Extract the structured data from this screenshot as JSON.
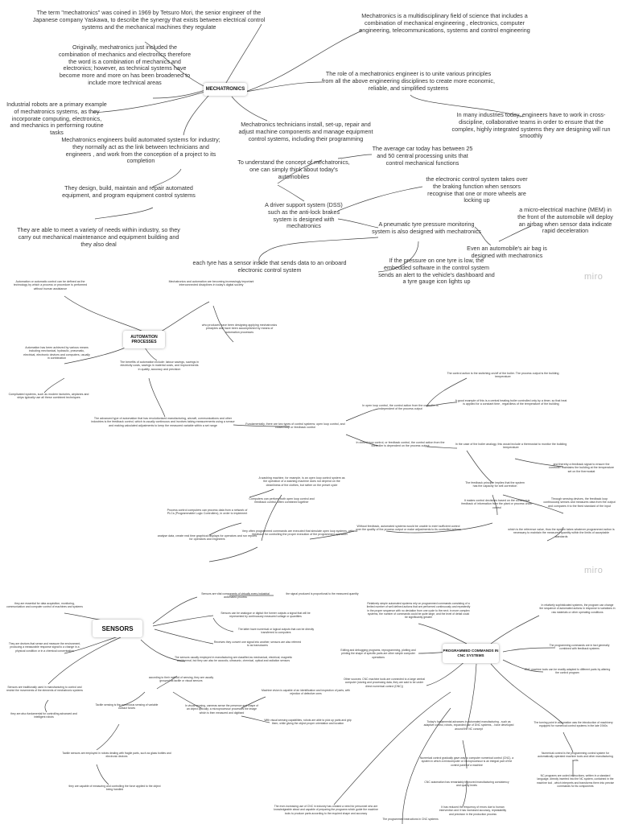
{
  "watermark": "miro",
  "map1": {
    "central": "MECHATRONICS",
    "notes": [
      "The term \"mechatronics\" was coined in 1969 by Tetsuro Mori, the senior engineer of the Japanese company Yaskawa, to describe the synergy that exists between electrical control systems and the mechanical machines they regulate",
      "Originally, mechatronics just included the combination of mechanics and electronics therefore the word is a combination of mechanics and electronics; however, as technical systems have become more and more on has been broadened to include more technical areas",
      "Industrial robots are a primary example of mechatronics systems, as they incorporate computing, electronics, and mechanics in performing routine tasks",
      "Mechatronics engineers build automated systems for industry; they normally act as the link between technicians and engineers , and work from the conception of a project to its completion",
      "They design, build, maintain and repair automated equipment, and program equipment control systems",
      "They are able to meet a variety of needs within industry, so they carry out mechanical maintenance and equipment building and they also deal",
      "Mechatronics is a multidisciplinary field of science that includes a combination of mechanical engineering , electronics, computer engineering, telecommunications, systems and control engineering",
      "The role of a mechatronics engineer is to unite various principles from all the above engineering disciplines to create more economic, reliable, and simplified systems",
      "In many industries today, engineers have to work in cross-discipline, collaborative teams in order to ensure that the complex, highly integrated systems they are designing will run smoothly",
      "Mechatronics technicians install, set-up, repair and adjust machine components and manage equipment control systems, including their programming",
      "To understand the concept of mechatronics, one can simply think about today's automobiles",
      "The average car today has between 25 and 50 central processing units that control mechanical functions",
      "the electronic control system takes over the braking function when sensors recognise that one or more wheels are locking up",
      "A driver support system (DSS) such as the anti-lock brakes system is designed with mechatronics",
      "A pneumatic tyre pressure monitoring system is also designed with mechatronics",
      "a micro-electrical machine (MEM) in the front of the automobile will deploy an airbag when sensor data indicate rapid deceleration",
      "Even an automobile's air bag is designed with mechatronics",
      "each tyre has a sensor inside that sends data to an onboard electronic control system",
      "If the pressure on one tyre is low, the embedded software in the control system sends an alert to the vehicle's dashboard and a tyre gauge icon lights up"
    ]
  },
  "map2": {
    "central": "AUTOMATION PROCESSES",
    "notes": [
      "Automation or automatic control can be defined as the technology by which a process or procedure is performed without human assistance",
      "Mechatronics and automation are becoming increasingly important interconnected disciplines in today's digital society",
      "who produces have been designing applying mechatronics principles and have been accomplished by means of automation processes",
      "Automation has been achieved by various means including mechanical, hydraulic, pneumatic, electrical, electronic devices and computers, usually in combination",
      "Complicated systems, such as modern factories, airplanes and ships typically use all these combined techniques",
      "The benefits of automation include: labour savings, savings in electricity costs, savings in material costs, and improvements in quality, accuracy and precision",
      "The advanced type of automation that has revolutionised manufacturing, aircraft, communications and other industries is the feedback control, which is usually continuous and involves taking measurements using a sensor and making calculated adjustments to keep the measured variable within a set range",
      "Fundamentally, there are two types of control systems: open loop control, and closed loop or feedback control",
      "In open loop control, the control action from the controller is independent of the process output",
      "The control action is the switching on/off of the boiler. The process output is the building temperature",
      "A good example of this is a central heating boiler controlled only by a timer, so that heat is applied for a constant time , regardless of the temperature of the building",
      "In closed loop control, or feedback control, the control action from the controller is dependent on the process output",
      "In the case of the boiler analogy, this would include a thermostat to monitor the building temperature",
      "and thereby a feedback signal to ensure the controller maintains the building at the temperature set on the thermostat",
      "The feedback principle implies that the system has the capacity for self-correction",
      "It makes control decisions based on the continuous feedback of information from the plant or process under control",
      "Through sensing devices, the feedback loop continuously senses and measures data from the output and compares it to the fixed standard of the input",
      "which is the reference value, thus the system takes whatever programmed action is necessary to maintain the measured quantity within the limits of acceptable standards",
      "Without feedback, automated systems would be unable to exert sufficient control over the quality of the process output or make adjustments to its controlled actions",
      "A washing machine, for example, is an open loop control system as the operation of a washing machine does not depend on the cleanliness of the clothes, but rather on the preset cycle",
      "Computers can perform both open loop control and feedback control, often combined together",
      "Process control computers can process data from a network of PLCs (Programmable Logic Controllers), in order to implement",
      "Very often programmed commands are executed that simulate open loop systems, without feedback for controlling the proper execution of the programmed operation",
      "analyse data, create real time graphical displays for operators and run reports for operators and engineers"
    ]
  },
  "map3": {
    "central": "SENSORS",
    "notes": [
      "they are essential for data acquisition, monitoring, communication and computer control of machines and systems",
      "Sensors are vital components of virtually every industrial automated process",
      "the signal produced is proportional to the measured quantity",
      "Sensors can be analogue or digital: the former outputs a signal that will be represented by continuously measured voltage or quantities",
      "The latter have numerical or logical outputs that can be directly transferred to computers",
      "Receives they convert one signal into another; sensors are also referred to as transducers",
      "They are devices that sense and measure the environment, producing a measurable response signal to a change in a physical condition or in a chemical concentration",
      "The sensors usually employed in manufacturing are classified as mechanical, electrical, magnetic and thermal, but they can also be acoustic, ultrasonic, chemical, optical and radiation sensors",
      "according to their method of sensing, they are usually grouped as tactile or visual sensors",
      "Sensors are traditionally used in manufacturing to control and restrict the movements of the elements of mechatronic systems",
      "they are also fundamental for controlling advanced and intelligent robots",
      "Tactile sensing is the continuous sensing of variable contact forces",
      "In visual sensing, cameras sense the presence and shape of an object optically; a microprocessor processes the image which is then measured and digitised",
      "Machine vision is capable of an identification and inspection of parts, with rejection of defective ones",
      "With visual sensing capabilities, robots are able to pick up parts and grip them, while giving the object proper orientation and location",
      "Tactile sensors are employed in robots dealing with fragile parts, such as glass bottles and electronic devices",
      "they are capable of measuring and controlling the force applied to the object being handled"
    ]
  },
  "map4": {
    "central": "PROGRAMMED COMMANDS IN CNC SYSTEMS",
    "notes": [
      "Relatively simple automated systems rely on programmed commands consisting of a limited number of well defined actions that are performed continuously and repeatedly in the proper sequence with no deviation from one cycle to the next; in more complex systems, the number of commands could be quite large, and the level of detail could be significantly greater",
      "In relatively sophisticated systems, the program can change the sequence of automated actions in response to variations in raw materials or other operating conditions",
      "The programming commands are in fact generally combined with feedback systems",
      "Editing and debugging programs, reprogramming, plotting and printing the shape of specific parts are other simple computer operations",
      "CNC machine tools can be readily adapted to different parts by altering the control program",
      "Other sources: CNC machine tools are connected to a large central computer (storing and processing data, they are said to be under direct numerical control (DNC))",
      "Today's fundamental advances in automated manufacturing - such as adaptive control, robots, expanded use of DNC systems, - have developed around the NC concept",
      "The turning point in automation was the introduction of machinery equipped for numerical control systems in the late 1940s",
      "Numerical control is the programming control system for automatically operated machine tools and other manufacturing units",
      "Numerical control gradually gave way to computer numerical control (CNC), a system in which a minicomputer or microprocessor is an integral part of the control panel of a machine",
      "NC programs are coded instructions, written in a standard language, directly inserted into the NC system, contained in the machine tool , which interprets and transforms them into precise commands for its components",
      "CNC automation has remarkably improved manufacturing consistency and quality levels",
      "The ever-increasing use of CNC in industry has created a need for personnel who are knowledgeable about and capable of preparing the programs which guide the machine tools to produce parts according to the required shape and accuracy",
      "It has reduced the frequency of errors due to human intervention and it has increased accuracy, repeatability and precision in the production process",
      "The programmed instructions in CNC systems"
    ]
  }
}
